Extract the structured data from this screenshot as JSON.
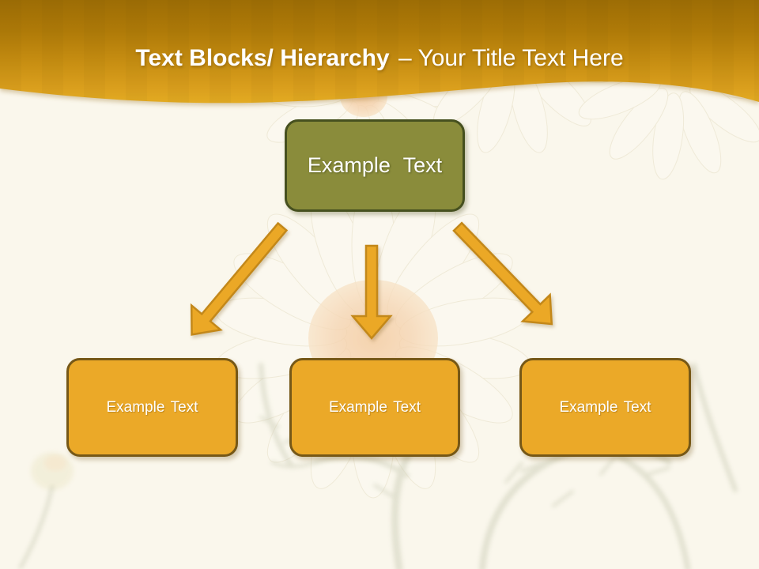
{
  "slide": {
    "header": {
      "title_bold": "Text Blocks/ Hierarchy",
      "title_rest": "– Your Title Text Here"
    },
    "hierarchy": {
      "root": {
        "label": "Example Text"
      },
      "children": [
        {
          "label": "Example Text"
        },
        {
          "label": "Example Text"
        },
        {
          "label": "Example Text"
        }
      ],
      "arrows": [
        "down-left-arrow",
        "down-arrow",
        "down-right-arrow"
      ]
    },
    "colors": {
      "header_gradient_top": "#9D6D05",
      "header_gradient_bottom": "#E3AB22",
      "slide_background": "#FAF7EC",
      "root_node_fill": "#8A8C3B",
      "root_node_border": "#46501F",
      "child_node_fill": "#EBA928",
      "child_node_border": "#765817",
      "arrow_fill": "#EBA826",
      "arrow_stroke": "#C3881A",
      "title_text": "#FFFFFF",
      "node_text": "#FFFFFF"
    }
  }
}
